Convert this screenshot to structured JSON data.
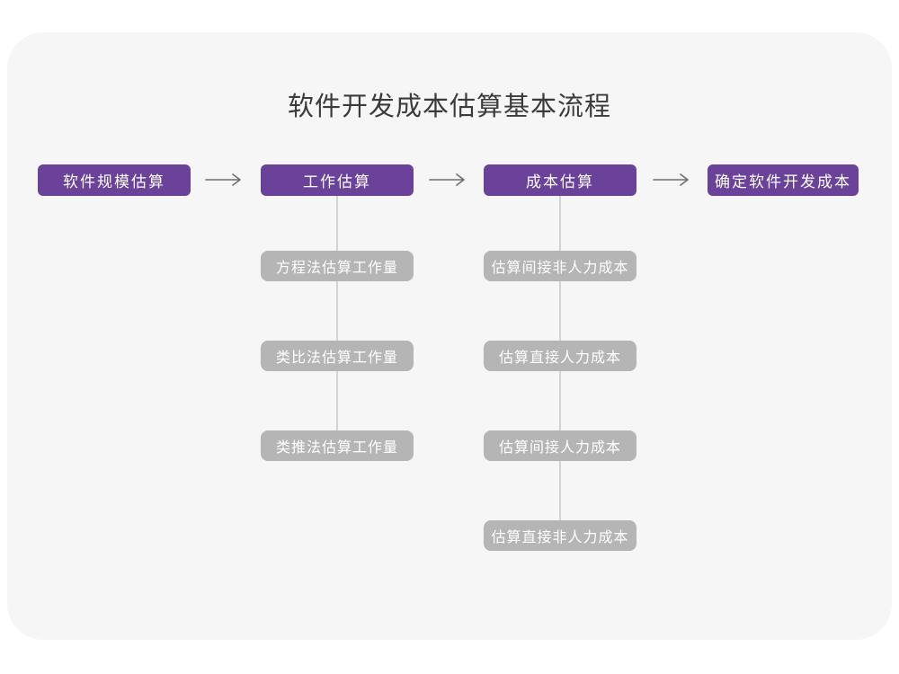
{
  "title": "软件开发成本估算基本流程",
  "colors": {
    "page_bg": "#ffffff",
    "card_bg": "#f6f6f7",
    "title_text": "#3b3b3b",
    "stage_bg": "#6a4299",
    "stage_text": "#ffffff",
    "substep_bg": "#b5b5b5",
    "substep_text": "#ffffff",
    "arrow": "#6e6e6e",
    "connector": "#d4d4d4"
  },
  "stages": [
    {
      "label": "软件规模估算",
      "substeps": []
    },
    {
      "label": "工作估算",
      "substeps": [
        "方程法估算工作量",
        "类比法估算工作量",
        "类推法估算工作量"
      ]
    },
    {
      "label": "成本估算",
      "substeps": [
        "估算间接非人力成本",
        "估算直接人力成本",
        "估算间接人力成本",
        "估算直接非人力成本"
      ]
    },
    {
      "label": "确定软件开发成本",
      "substeps": []
    }
  ]
}
